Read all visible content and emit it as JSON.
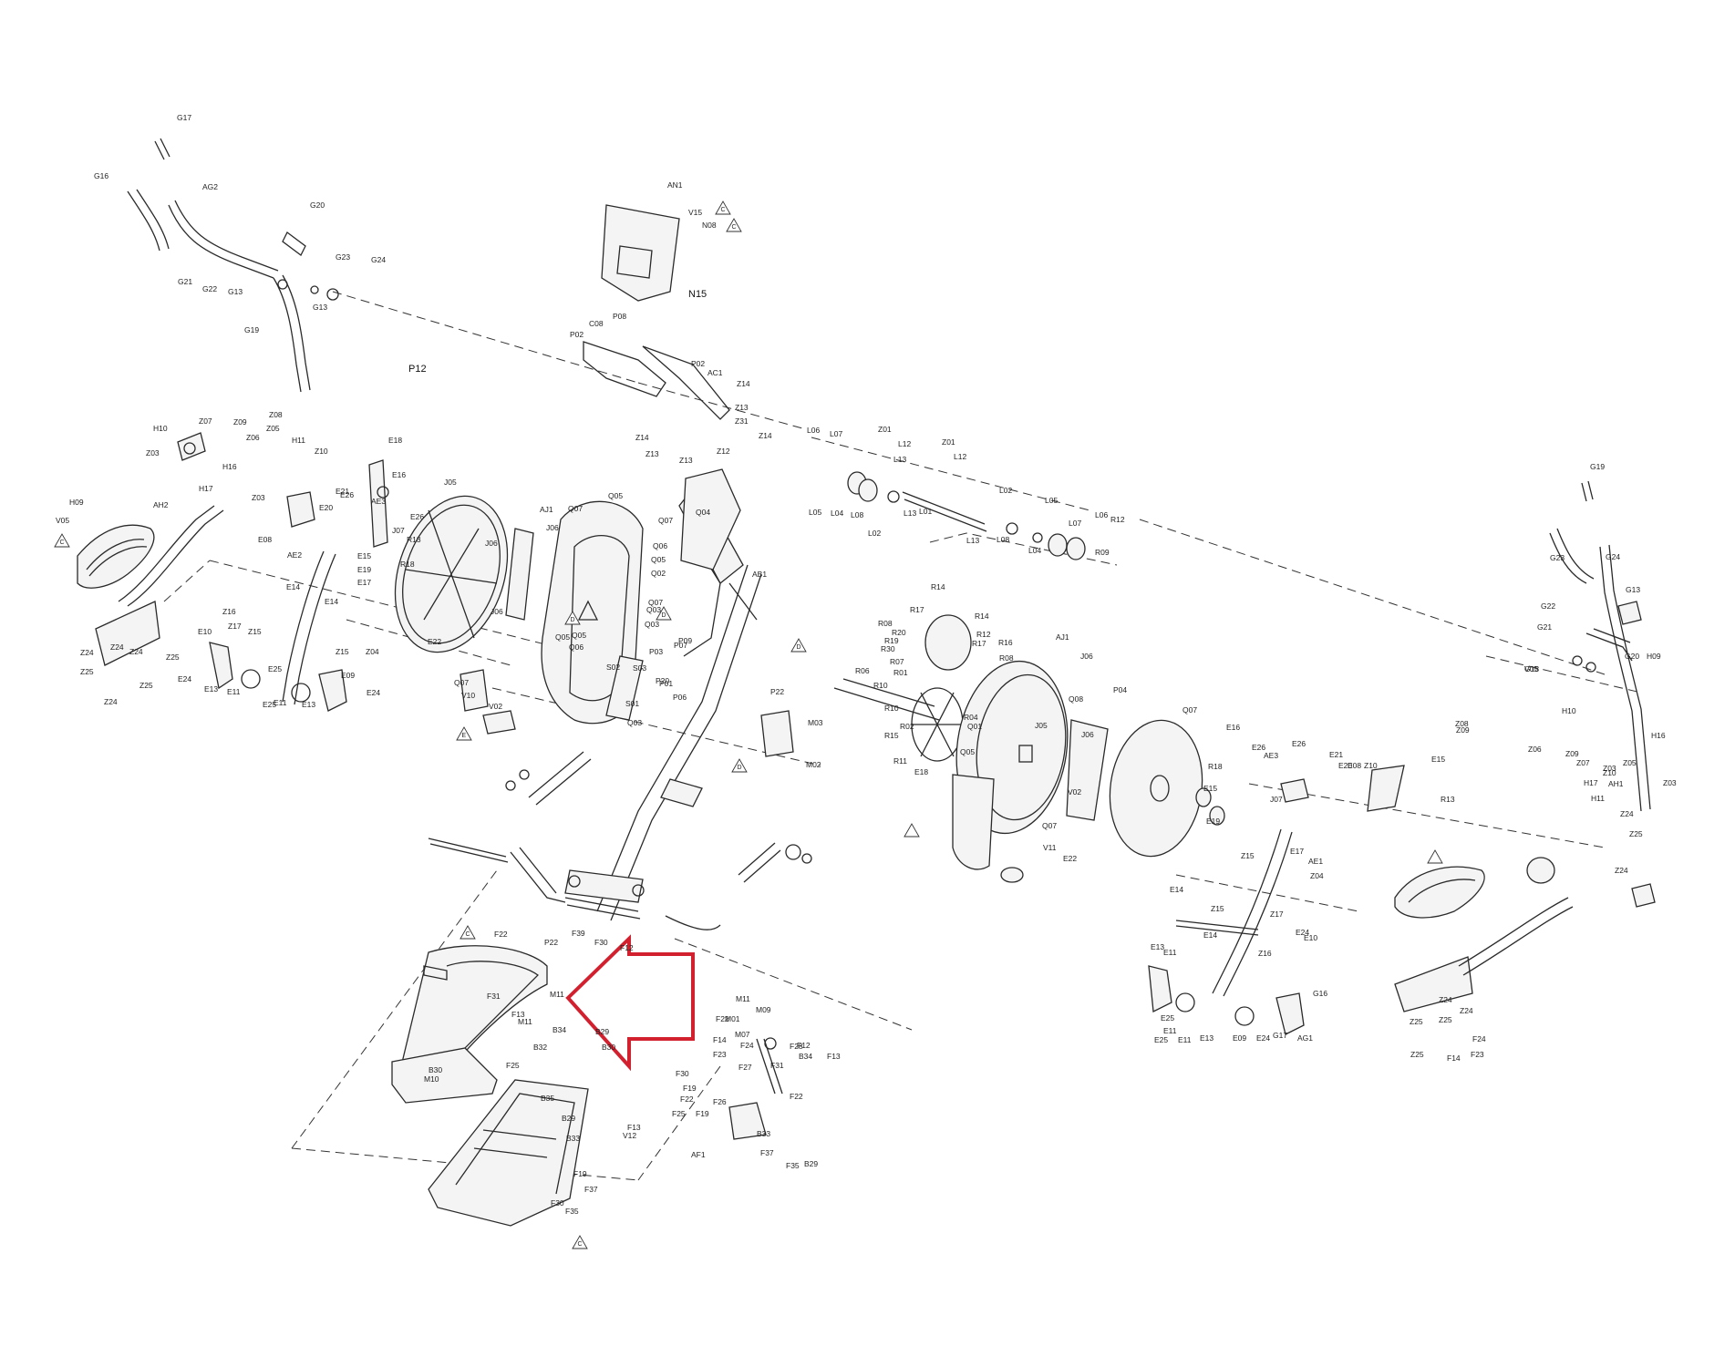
{
  "diagram": {
    "background": "#ffffff",
    "line_color": "#2a2a2a",
    "highlight_arrow_color": "#d2202f",
    "highlight_target_label": "F13",
    "warning_triangle_letters": [
      "C",
      "C",
      "C",
      "C",
      "C",
      "D",
      "D",
      "D",
      "D",
      "E"
    ],
    "part_labels": [
      "G17",
      "G16",
      "AG2",
      "G21",
      "G22",
      "G13",
      "G20",
      "G13",
      "G23",
      "G24",
      "G19",
      "AN1",
      "V15",
      "N08",
      "N15",
      "P08",
      "C08",
      "P02",
      "P02",
      "AC1",
      "Z14",
      "Z13",
      "Z31",
      "Z12",
      "Z13",
      "Z14",
      "Z13",
      "Z14",
      "P12",
      "H10",
      "Z07",
      "Z09",
      "Z03",
      "H16",
      "Z06",
      "Z08",
      "Z05",
      "H11",
      "Z10",
      "H17",
      "Z03",
      "H09",
      "V05",
      "AH2",
      "Z24",
      "Z24",
      "Z25",
      "Z24",
      "Z25",
      "Z25",
      "Z24",
      "Z16",
      "Z17",
      "Z15",
      "E18",
      "E16",
      "E21",
      "E20",
      "E26",
      "AE3",
      "E26",
      "E15",
      "E19",
      "E17",
      "J07",
      "R13",
      "R18",
      "E08",
      "E22",
      "AE2",
      "E14",
      "E14",
      "Z15",
      "Z04",
      "E10",
      "E24",
      "E13",
      "E11",
      "E25",
      "E25",
      "E11",
      "E13",
      "E09",
      "E24",
      "J05",
      "AJ1",
      "J06",
      "J06",
      "J06",
      "Q07",
      "Q05",
      "Q07",
      "Q06",
      "Q05",
      "Q02",
      "Q07",
      "Q03",
      "Q03",
      "Q05",
      "Q06",
      "Q05",
      "Q07",
      "V10",
      "V02",
      "S02",
      "S03",
      "S01",
      "P03",
      "P07",
      "P09",
      "P01",
      "P06",
      "P20",
      "Q03",
      "Q04",
      "AB1",
      "P22",
      "M03",
      "M02",
      "L06",
      "L07",
      "Z01",
      "L12",
      "L13",
      "Z01",
      "L12",
      "L05",
      "L04",
      "L08",
      "L02",
      "L13",
      "L01",
      "L13",
      "L02",
      "L08",
      "L04",
      "L05",
      "L07",
      "L06",
      "R09",
      "R12",
      "R14",
      "R17",
      "R14",
      "R08",
      "R20",
      "R19",
      "R30",
      "R12",
      "R17",
      "R16",
      "R08",
      "R01",
      "R07",
      "R06",
      "R10",
      "R10",
      "R04",
      "R02",
      "R15",
      "R11",
      "Q05",
      "Q01",
      "AJ1",
      "J06",
      "P04",
      "Q08",
      "J05",
      "J06",
      "Q07",
      "V02",
      "Q07",
      "V11",
      "E22",
      "E18",
      "E16",
      "E26",
      "AE3",
      "E26",
      "E21",
      "E20",
      "E08",
      "Z10",
      "E15",
      "R13",
      "J07",
      "R18",
      "E15",
      "E19",
      "E17",
      "AE1",
      "Z04",
      "Z15",
      "E14",
      "Z15",
      "E14",
      "Z17",
      "Z16",
      "E24",
      "E10",
      "E13",
      "E11",
      "E25",
      "E11",
      "E25",
      "E11",
      "E13",
      "E09",
      "E24",
      "G17",
      "G16",
      "AG1",
      "G19",
      "G23",
      "G24",
      "G13",
      "G22",
      "G21",
      "G13",
      "G20",
      "H09",
      "V05",
      "H10",
      "Z08",
      "Z09",
      "Z06",
      "Z09",
      "Z07",
      "Z03",
      "Z05",
      "H16",
      "Z10",
      "H17",
      "H11",
      "Z03",
      "AH1",
      "Z24",
      "Z25",
      "Z24",
      "Z24",
      "Z25",
      "Z24",
      "Z25",
      "Z25",
      "F24",
      "F23",
      "F14",
      "F22",
      "P22",
      "F39",
      "F30",
      "F12",
      "F31",
      "F13",
      "B34",
      "B32",
      "B29",
      "B30",
      "F22",
      "F14",
      "F23",
      "F24",
      "F12",
      "B34",
      "F13",
      "F31",
      "F30",
      "F19",
      "F19",
      "B33",
      "B29",
      "B30",
      "B35",
      "B29",
      "B33",
      "F25",
      "V12",
      "F13",
      "F25",
      "M10",
      "M11",
      "M11",
      "M11",
      "M09",
      "M01",
      "M07",
      "F28",
      "F27",
      "F22",
      "F22",
      "F26",
      "AF1",
      "F37",
      "F35",
      "F19",
      "F37",
      "F30",
      "F35"
    ]
  }
}
